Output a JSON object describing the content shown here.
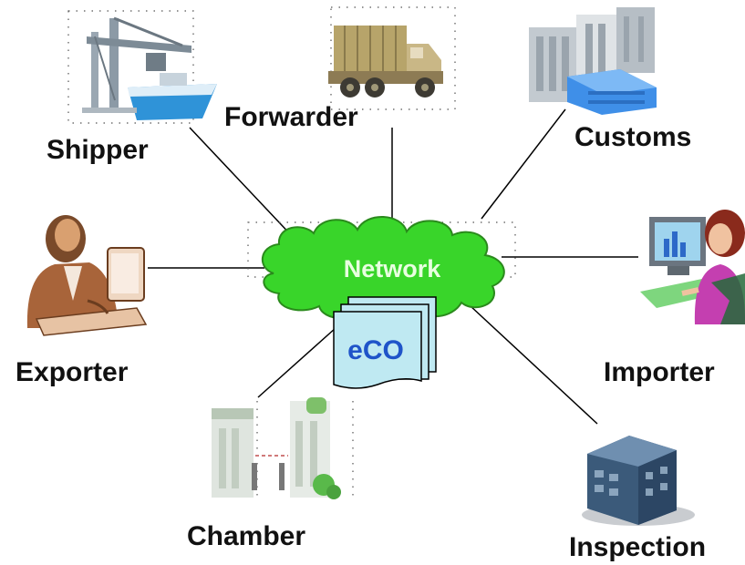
{
  "hub": {
    "label": "Network",
    "fill": "#39d52a",
    "outline": "#2a8a1c",
    "text_color": "#e8ffe0"
  },
  "document": {
    "label": "eCO",
    "fill": "#bfe9f2",
    "text_color": "#1f54c9"
  },
  "nodes": {
    "shipper": {
      "label": "Shipper",
      "icon": "cargo-ship-crane-icon"
    },
    "forwarder": {
      "label": "Forwarder",
      "icon": "truck-icon"
    },
    "customs": {
      "label": "Customs",
      "icon": "office-buildings-icon"
    },
    "exporter": {
      "label": "Exporter",
      "icon": "businessman-at-computer-icon"
    },
    "importer": {
      "label": "Importer",
      "icon": "woman-at-computer-icon"
    },
    "chamber": {
      "label": "Chamber",
      "icon": "two-towers-icon"
    },
    "inspection": {
      "label": "Inspection",
      "icon": "glass-building-icon"
    }
  }
}
